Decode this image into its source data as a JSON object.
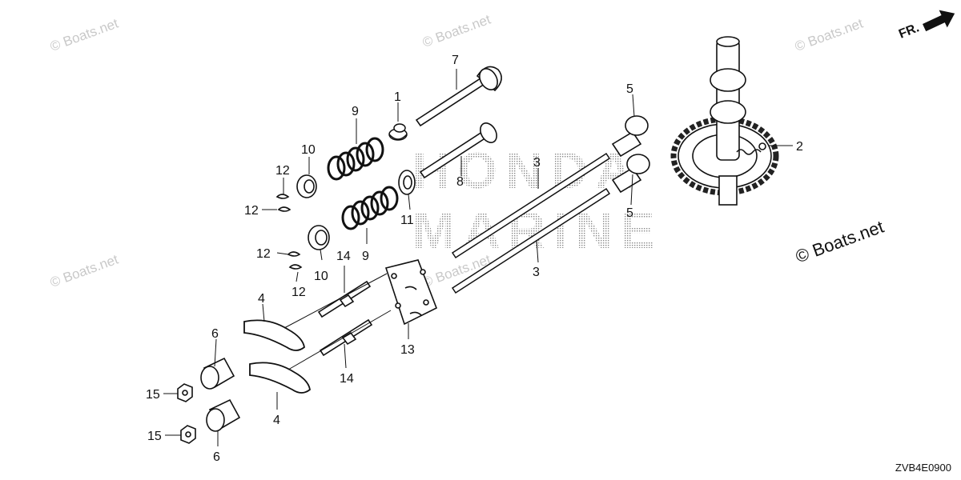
{
  "watermark": {
    "site": "© Boats.net",
    "brand_line1": "HONDA",
    "brand_line2": "MARINE"
  },
  "orientation": {
    "front_label": "FR."
  },
  "diagram_code": "ZVB4E0900",
  "part_numbers": {
    "p1": "1",
    "p2": "2",
    "p3a": "3",
    "p3b": "3",
    "p4a": "4",
    "p4b": "4",
    "p5a": "5",
    "p5b": "5",
    "p6a": "6",
    "p6b": "6",
    "p7": "7",
    "p8": "8",
    "p9a": "9",
    "p9b": "9",
    "p10a": "10",
    "p10b": "10",
    "p11": "11",
    "p12a": "12",
    "p12b": "12",
    "p12c": "12",
    "p12d": "12",
    "p13": "13",
    "p14a": "14",
    "p14b": "14",
    "p15a": "15",
    "p15b": "15"
  }
}
